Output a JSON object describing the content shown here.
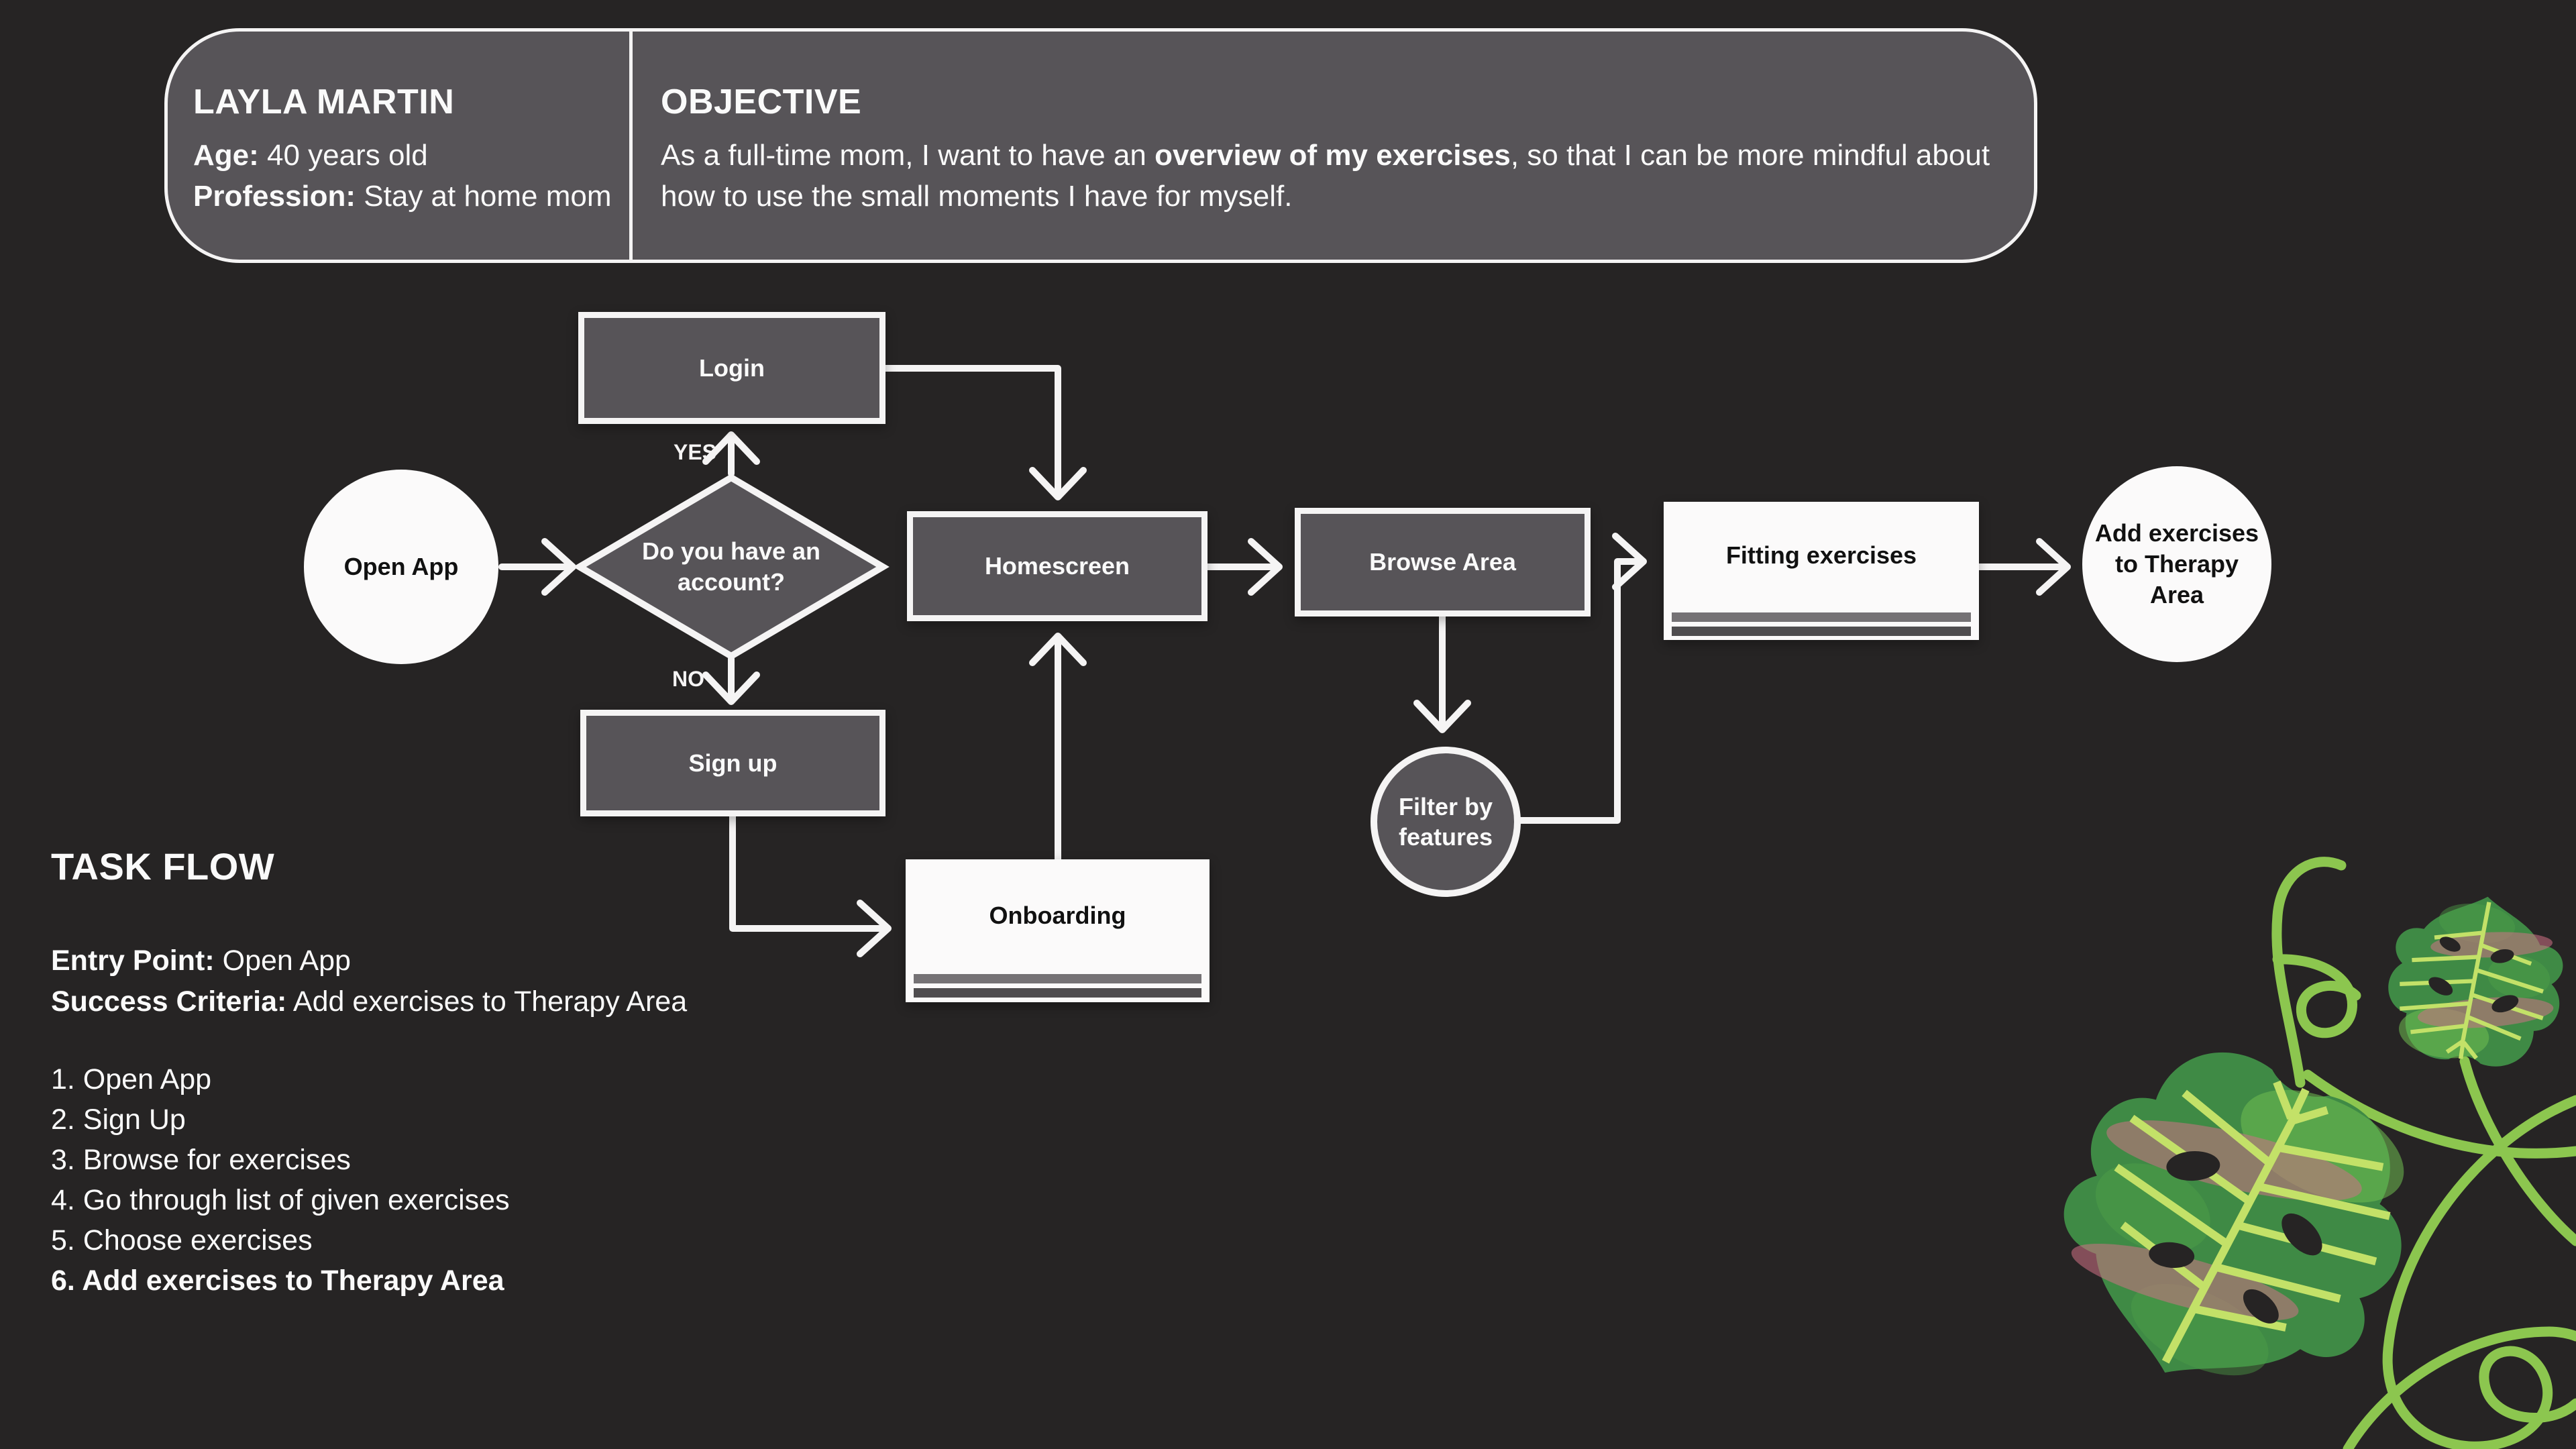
{
  "colors": {
    "background": "#262424",
    "node_fill": "#575458",
    "line_white": "#f5f4f4",
    "stripe_light": "#757275",
    "stripe_dark": "#4f4d4f",
    "leaf_green": "#3f8a45",
    "vine_green": "#8cc64f",
    "vein_yellow_green": "#c3e168",
    "leaf_pink": "#cf7186"
  },
  "persona": {
    "name": "LAYLA MARTIN",
    "age_label": "Age:",
    "age_value": " 40 years old",
    "profession_label": "Profession:",
    "profession_value": " Stay at home mom"
  },
  "objective": {
    "title": "OBJECTIVE",
    "text_before": "As a full-time mom, I want to have an ",
    "text_bold": "overview of my exercises",
    "text_after": ", so that I can be more mindful about how to use the small moments I have for myself."
  },
  "flow": {
    "open_app": "Open App",
    "decision": "Do you have an account?",
    "yes_label": "YES",
    "no_label": "NO",
    "login": "Login",
    "signup": "Sign up",
    "homescreen": "Homescreen",
    "onboarding": "Onboarding",
    "browse": "Browse Area",
    "filter": "Filter by features",
    "fitting": "Fitting exercises",
    "add_to_therapy": "Add exercises to Therapy Area"
  },
  "task_flow": {
    "title": "TASK FLOW",
    "entry_label": "Entry Point:",
    "entry_value": " Open App",
    "success_label": "Success Criteria:",
    "success_value": " Add exercises to Therapy Area",
    "steps": [
      {
        "label": "1. Open App",
        "bold": false
      },
      {
        "label": "2. Sign Up",
        "bold": false
      },
      {
        "label": "3. Browse for exercises",
        "bold": false
      },
      {
        "label": "4. Go through list of given exercises",
        "bold": false
      },
      {
        "label": "5. Choose exercises",
        "bold": false
      },
      {
        "label": "6. Add exercises to Therapy Area",
        "bold": true
      }
    ]
  }
}
